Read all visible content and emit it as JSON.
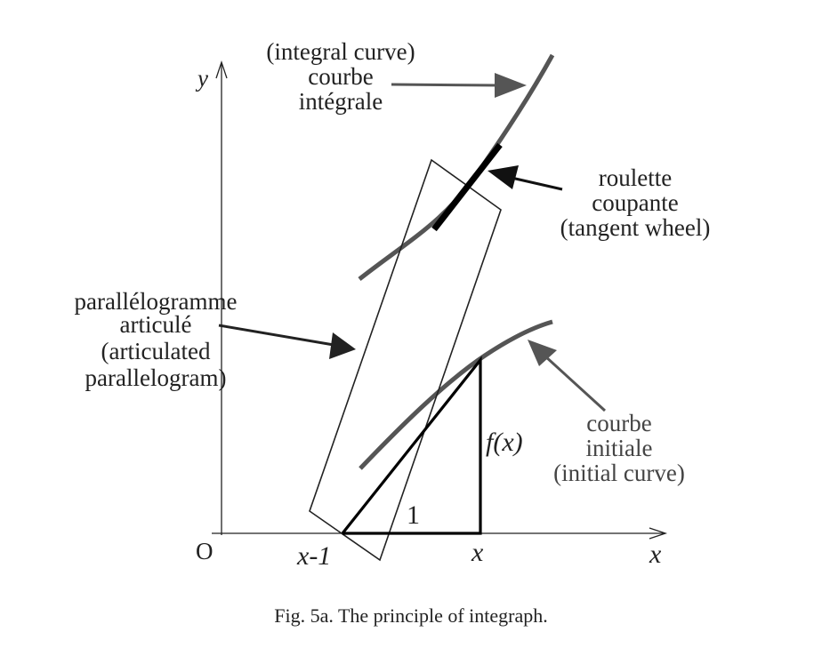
{
  "labels": {
    "y_axis": "y",
    "x_axis": "x",
    "origin": "O",
    "x_minus_1": "x-1",
    "x_tick": "x",
    "unit": "1",
    "fx": "f(x)",
    "integral_curve": [
      "(integral curve)",
      "courbe",
      "intégrale"
    ],
    "roulette": [
      "roulette",
      "coupante",
      "(tangent wheel)"
    ],
    "parallelogram": [
      "parallélogramme",
      "articulé",
      "(articulated",
      "parallelogram)"
    ],
    "initial_curve": [
      "courbe",
      "initiale",
      "(initial curve)"
    ]
  },
  "caption": "Fig. 5a. The principle of integraph.",
  "colors": {
    "curve": "#555555",
    "line": "#000000",
    "arrow_dark": "#222222",
    "arrow_grey": "#555555"
  }
}
